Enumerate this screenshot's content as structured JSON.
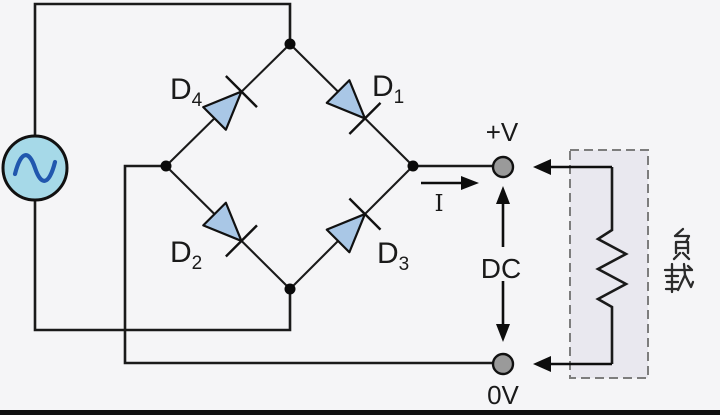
{
  "diodes": [
    {
      "label": "D",
      "sub": "1"
    },
    {
      "label": "D",
      "sub": "2"
    },
    {
      "label": "D",
      "sub": "3"
    },
    {
      "label": "D",
      "sub": "4"
    }
  ],
  "terminals": {
    "positive_label": "+V",
    "negative_label": "0V"
  },
  "dc_label": "DC",
  "current_label": "I",
  "load_label": "负载",
  "components": {
    "source": "ac-sine-source",
    "load": "resistor"
  },
  "colors": {
    "background": "#f5f5f7",
    "wire": "#1a1a1a",
    "diode_fill": "#a9c7e6",
    "source_fill": "#a6d9e8",
    "sine_stroke": "#2157ae",
    "terminal_fill": "#9a9a9a",
    "load_box_fill": "#e9e8ef",
    "load_box_border": "#7d7d7d",
    "bottom_bar": "#101010"
  }
}
